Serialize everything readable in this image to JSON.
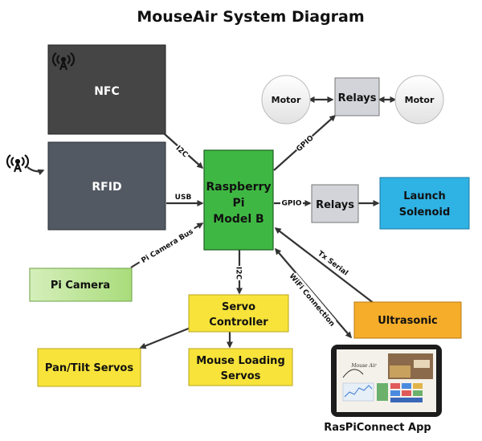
{
  "title": "MouseAir System Diagram",
  "nodes": {
    "nfc": "NFC",
    "rfid": "RFID",
    "pi": [
      "Raspberry",
      "Pi",
      "Model B"
    ],
    "motor_left": "Motor",
    "relays_top": "Relays",
    "motor_right": "Motor",
    "relays_mid": "Relays",
    "launch": [
      "Launch",
      "Solenoid"
    ],
    "camera": "Pi Camera",
    "servo_ctrl": [
      "Servo",
      "Controller"
    ],
    "ultrasonic": "Ultrasonic",
    "pantilt": "Pan/Tilt Servos",
    "mouse_loading": [
      "Mouse Loading",
      "Servos"
    ],
    "app": "RasPiConnect App",
    "app_screen_title": "Mouse Air"
  },
  "edges": {
    "i2c_nfc": "I2C",
    "usb": "USB",
    "camera_bus": "Pi Camera Bus",
    "gpio_top": "GPIO",
    "gpio_mid": "GPIO",
    "i2c_servo": "I2C",
    "tx_serial": "Tx Serial",
    "wifi": "WiFi Connection"
  },
  "colors": {
    "nfc": "#454545",
    "rfid": "#535963",
    "pi": "#3fb843",
    "relays": "#d3d4d9",
    "launch": "#2fb2e4",
    "camera": "#bfe59c",
    "servo": "#f7e33a",
    "ultrasonic": "#f5ad2a",
    "motor": "#f0f0f0",
    "edge": "#333333"
  }
}
